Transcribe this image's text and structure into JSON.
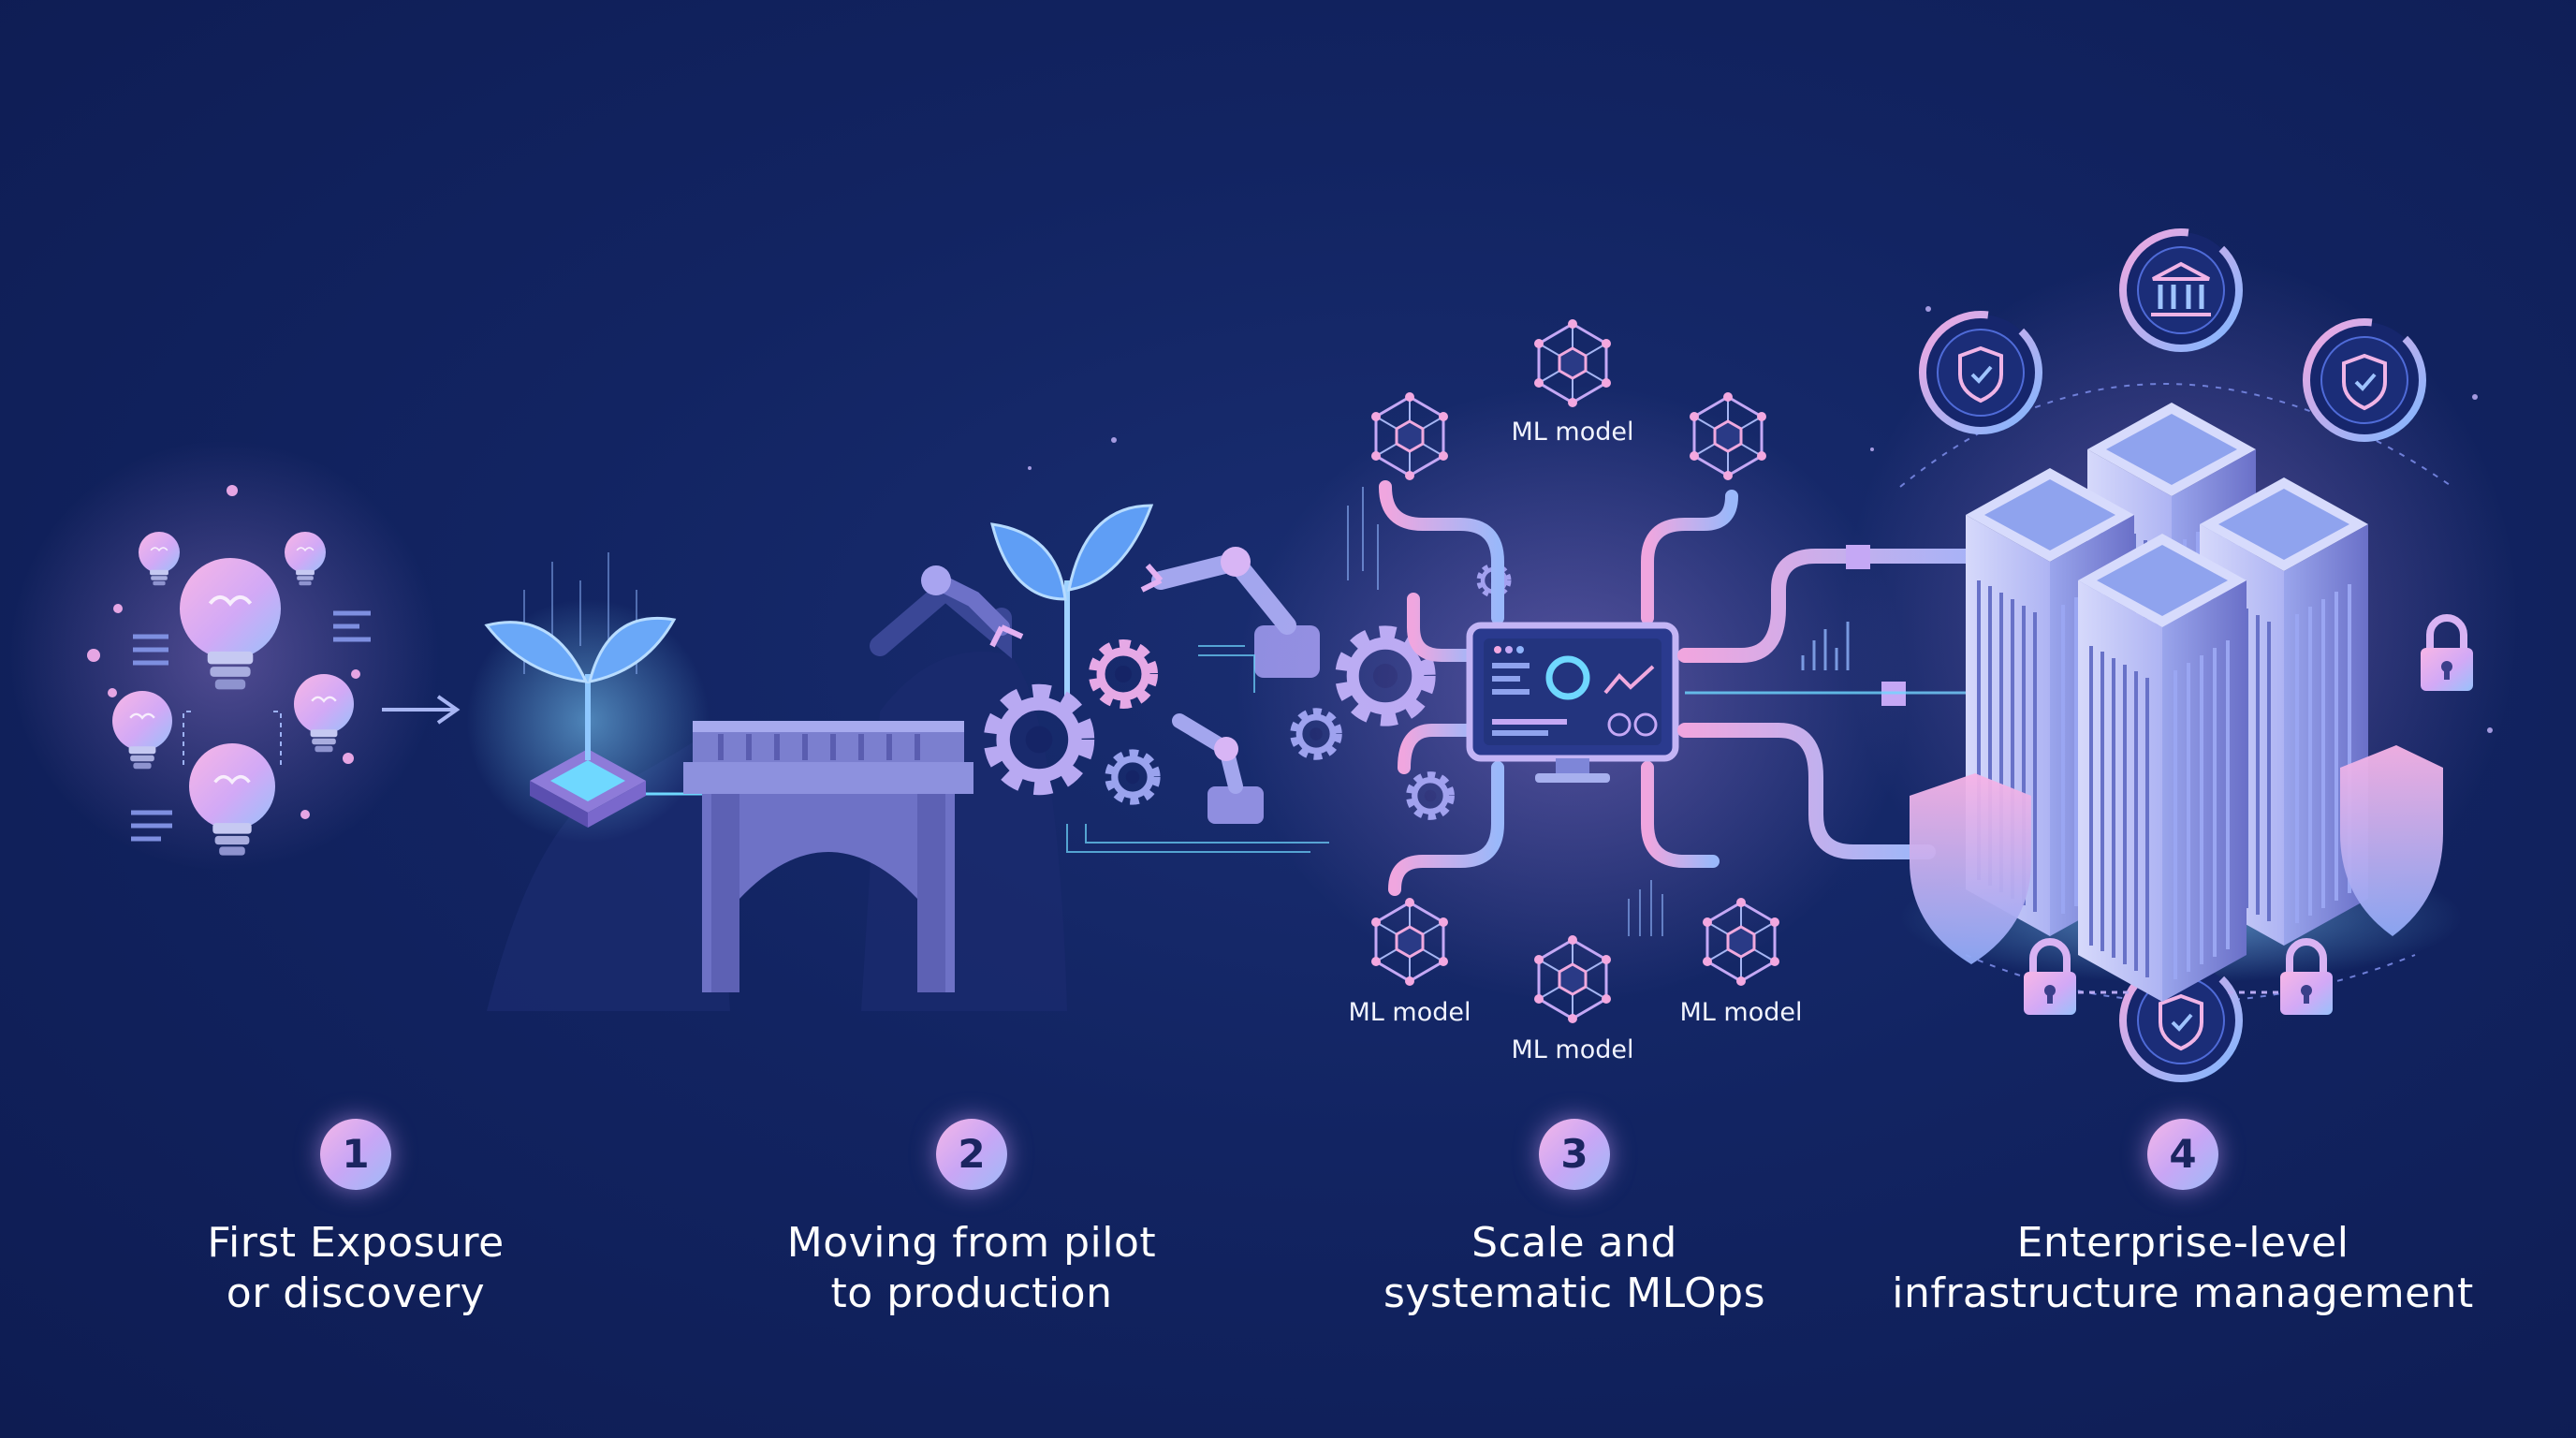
{
  "ml_model_labels": [
    "ML model",
    "ML model",
    "ML model",
    "ML model"
  ],
  "steps": [
    {
      "number": "1",
      "line1": "First Exposure",
      "line2": "or discovery"
    },
    {
      "number": "2",
      "line1": "Moving from pilot",
      "line2": "to production"
    },
    {
      "number": "3",
      "line1": "Scale and",
      "line2": "systematic MLOps"
    },
    {
      "number": "4",
      "line1": "Enterprise-level",
      "line2": "infrastructure management"
    }
  ],
  "colors": {
    "background": "#122462",
    "pink": "#f3a8e0",
    "lavender": "#c5a8f5",
    "blue": "#8fb4fb",
    "cyan_glow": "#6fd8ff"
  },
  "icons": [
    "lightbulb-icon",
    "sprout-icon",
    "bridge-icon",
    "robot-arm-icon",
    "gear-icon",
    "monitor-dashboard-icon",
    "network-node-icon",
    "server-tower-icon",
    "shield-check-icon",
    "padlock-icon",
    "bank-icon"
  ]
}
